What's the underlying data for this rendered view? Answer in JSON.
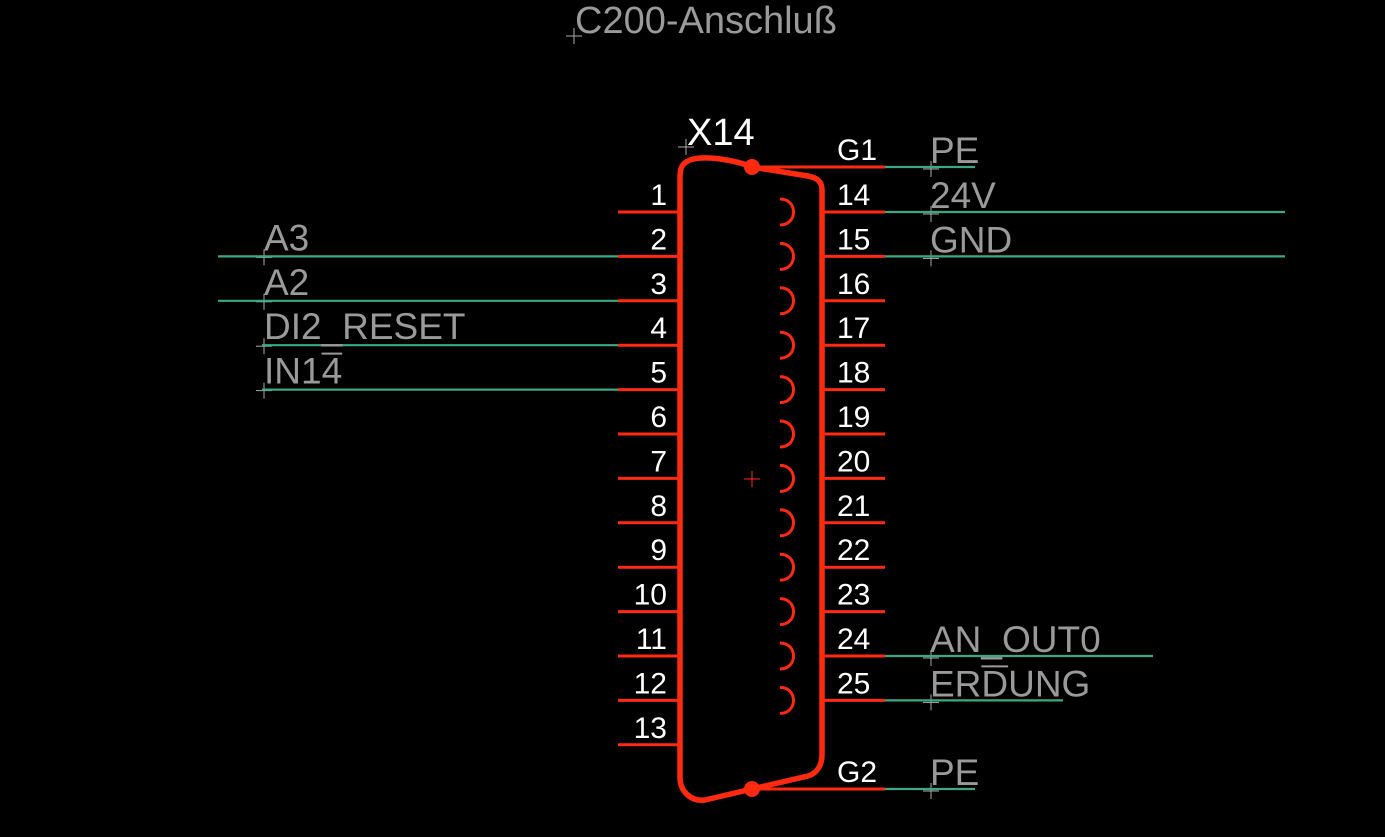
{
  "sheet_title": "C200-Anschluß",
  "component": {
    "reference": "X14",
    "left_pins": [
      "1",
      "2",
      "3",
      "4",
      "5",
      "6",
      "7",
      "8",
      "9",
      "10",
      "11",
      "12",
      "13"
    ],
    "right_pins": [
      "14",
      "15",
      "16",
      "17",
      "18",
      "19",
      "20",
      "21",
      "22",
      "23",
      "24",
      "25"
    ],
    "shield_pins": {
      "top": "G1",
      "bottom": "G2"
    }
  },
  "nets": {
    "left": [
      {
        "pin": "2",
        "label": "A3"
      },
      {
        "pin": "3",
        "label": "A2"
      },
      {
        "pin": "4",
        "label": "DI2_RESET"
      },
      {
        "pin": "5",
        "label": "IN14",
        "overbar": "4"
      }
    ],
    "right": [
      {
        "pin": "G1",
        "label": "PE"
      },
      {
        "pin": "14",
        "label": "24V"
      },
      {
        "pin": "15",
        "label": "GND"
      },
      {
        "pin": "24",
        "label": "AN_OUT0"
      },
      {
        "pin": "25",
        "label": "ERDUNG",
        "overbar": "D"
      },
      {
        "pin": "G2",
        "label": "PE"
      }
    ]
  },
  "colors": {
    "background": "#000000",
    "symbol": "#ff2a10",
    "wire": "#3ca882",
    "pin_text": "#ffffff",
    "label_text": "#9a9a9a"
  }
}
